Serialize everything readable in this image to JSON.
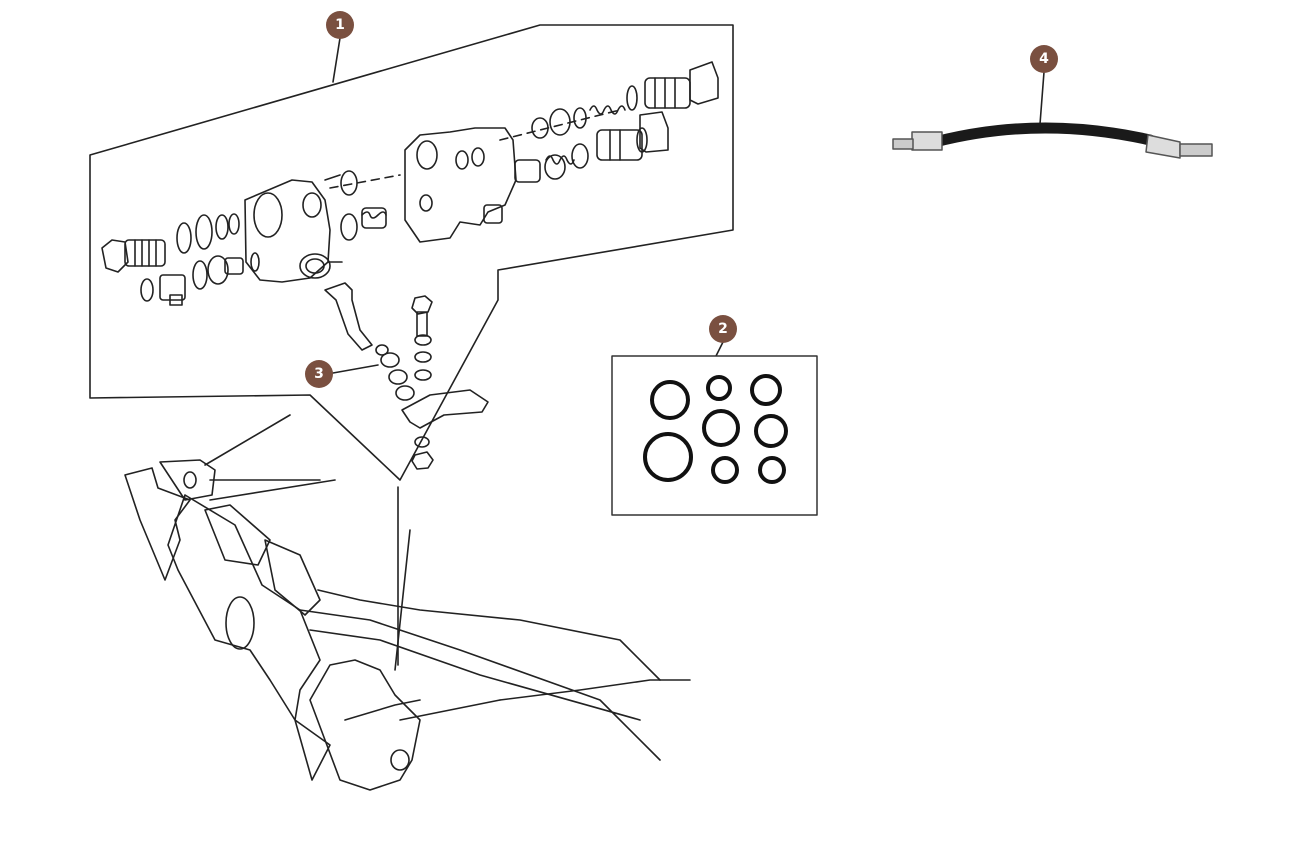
{
  "theme": {
    "callout_color": "#7a5040",
    "line_color": "#222222",
    "hose_color": "#1a1a1a"
  },
  "callouts": [
    {
      "id": "c1",
      "label": "1"
    },
    {
      "id": "c2",
      "label": "2"
    },
    {
      "id": "c3",
      "label": "3"
    },
    {
      "id": "c4",
      "label": "4"
    }
  ],
  "parts": {
    "valve_assembly": "brake-pressure-regulator-valve",
    "seal_kit": "o-ring-seal-kit",
    "linkage": "valve-linkage",
    "hose": "flexible-brake-hose",
    "chassis": "rear-axle-frame"
  }
}
